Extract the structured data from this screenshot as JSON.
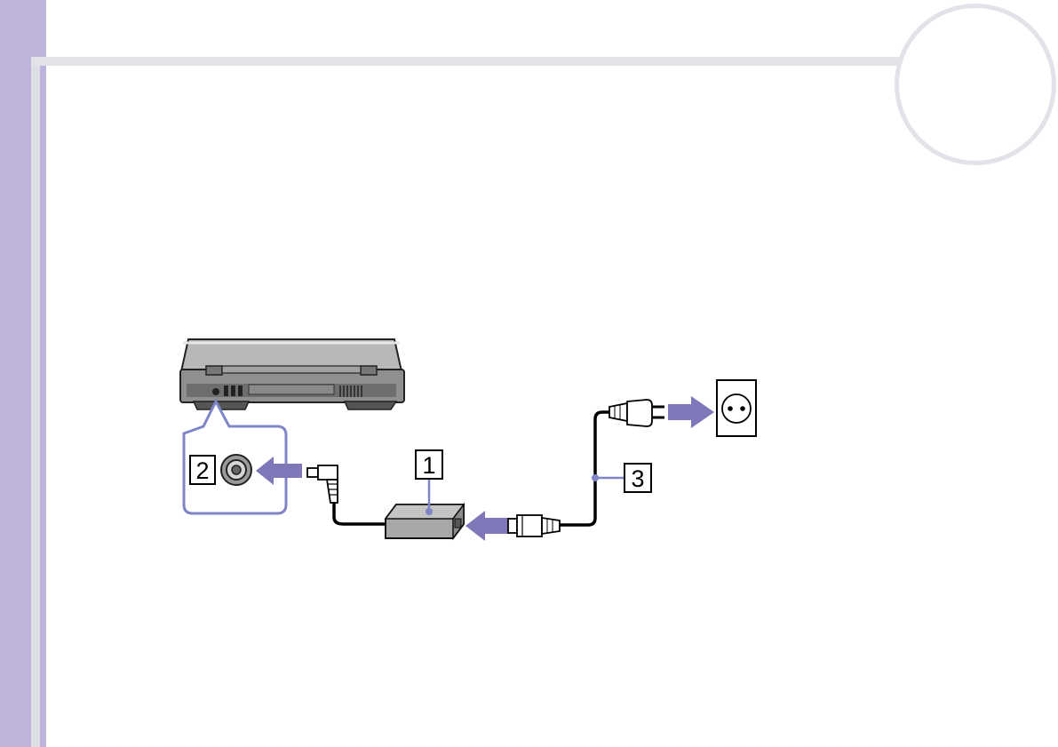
{
  "colors": {
    "sidebar": "#bdb3db",
    "rule": "#e2e2e8",
    "arrow": "#7f78b8",
    "callout_outline": "#7f86c8",
    "device_gray": "#a9a9a9",
    "device_dark": "#4a4a4a"
  },
  "diagram": {
    "callouts": {
      "ac_adapter": "1",
      "dc_in_port": "2",
      "power_cord": "3"
    },
    "icons": [
      "laptop-rear-icon",
      "dc-in-port-icon",
      "dc-plug-icon",
      "ac-adapter-icon",
      "power-cord-plug-icon",
      "wall-plug-icon",
      "wall-outlet-icon",
      "insert-arrow-icon"
    ]
  }
}
